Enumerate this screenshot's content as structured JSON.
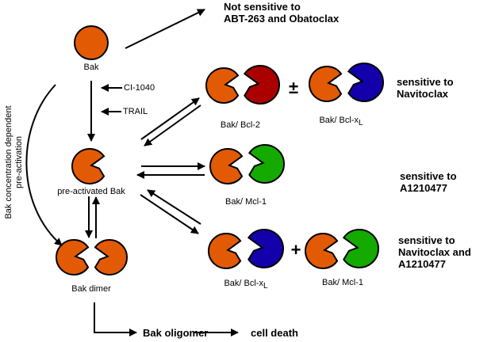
{
  "colors": {
    "bak": "#e35a05",
    "bcl2": "#aa0000",
    "bclxl": "#1400aa",
    "mcl1": "#14aa00",
    "line": "#000000",
    "background": "#ffffff"
  },
  "nodes": {
    "bak": {
      "label": "Bak"
    },
    "pre_activated_bak": {
      "label": "pre-activated Bak"
    },
    "bak_dimer": {
      "label": "Bak dimer"
    },
    "bak_bcl2": {
      "label": "Bak/ Bcl-2"
    },
    "bak_bclxl_top": {
      "label": "Bak/ Bcl-x",
      "sub": "L"
    },
    "bak_mcl1": {
      "label": "Bak/ Mcl-1"
    },
    "bak_bclxl_bottom": {
      "label": "Bak/ Bcl-x",
      "sub": "L"
    },
    "bak_mcl1_bottom": {
      "label": "Bak/ Mcl-1"
    },
    "bak_oligomer": {
      "label": "Bak oligomer"
    },
    "cell_death": {
      "label": "cell death"
    }
  },
  "modifiers": {
    "ci1040": "CI-1040",
    "trail": "TRAIL"
  },
  "operators": {
    "plus_minus": "±",
    "plus": "+"
  },
  "side_label": {
    "line1": "Bak concentration dependent",
    "line2": "pre-activation"
  },
  "annotations": {
    "not_sensitive": [
      "Not sensitive to",
      "ABT-263 and Obatoclax"
    ],
    "navitoclax": [
      "sensitive to",
      "Navitoclax"
    ],
    "a1210477": [
      "sensitive to",
      "A1210477"
    ],
    "both": [
      "sensitive to",
      "Navitoclax and",
      "A1210477"
    ]
  }
}
